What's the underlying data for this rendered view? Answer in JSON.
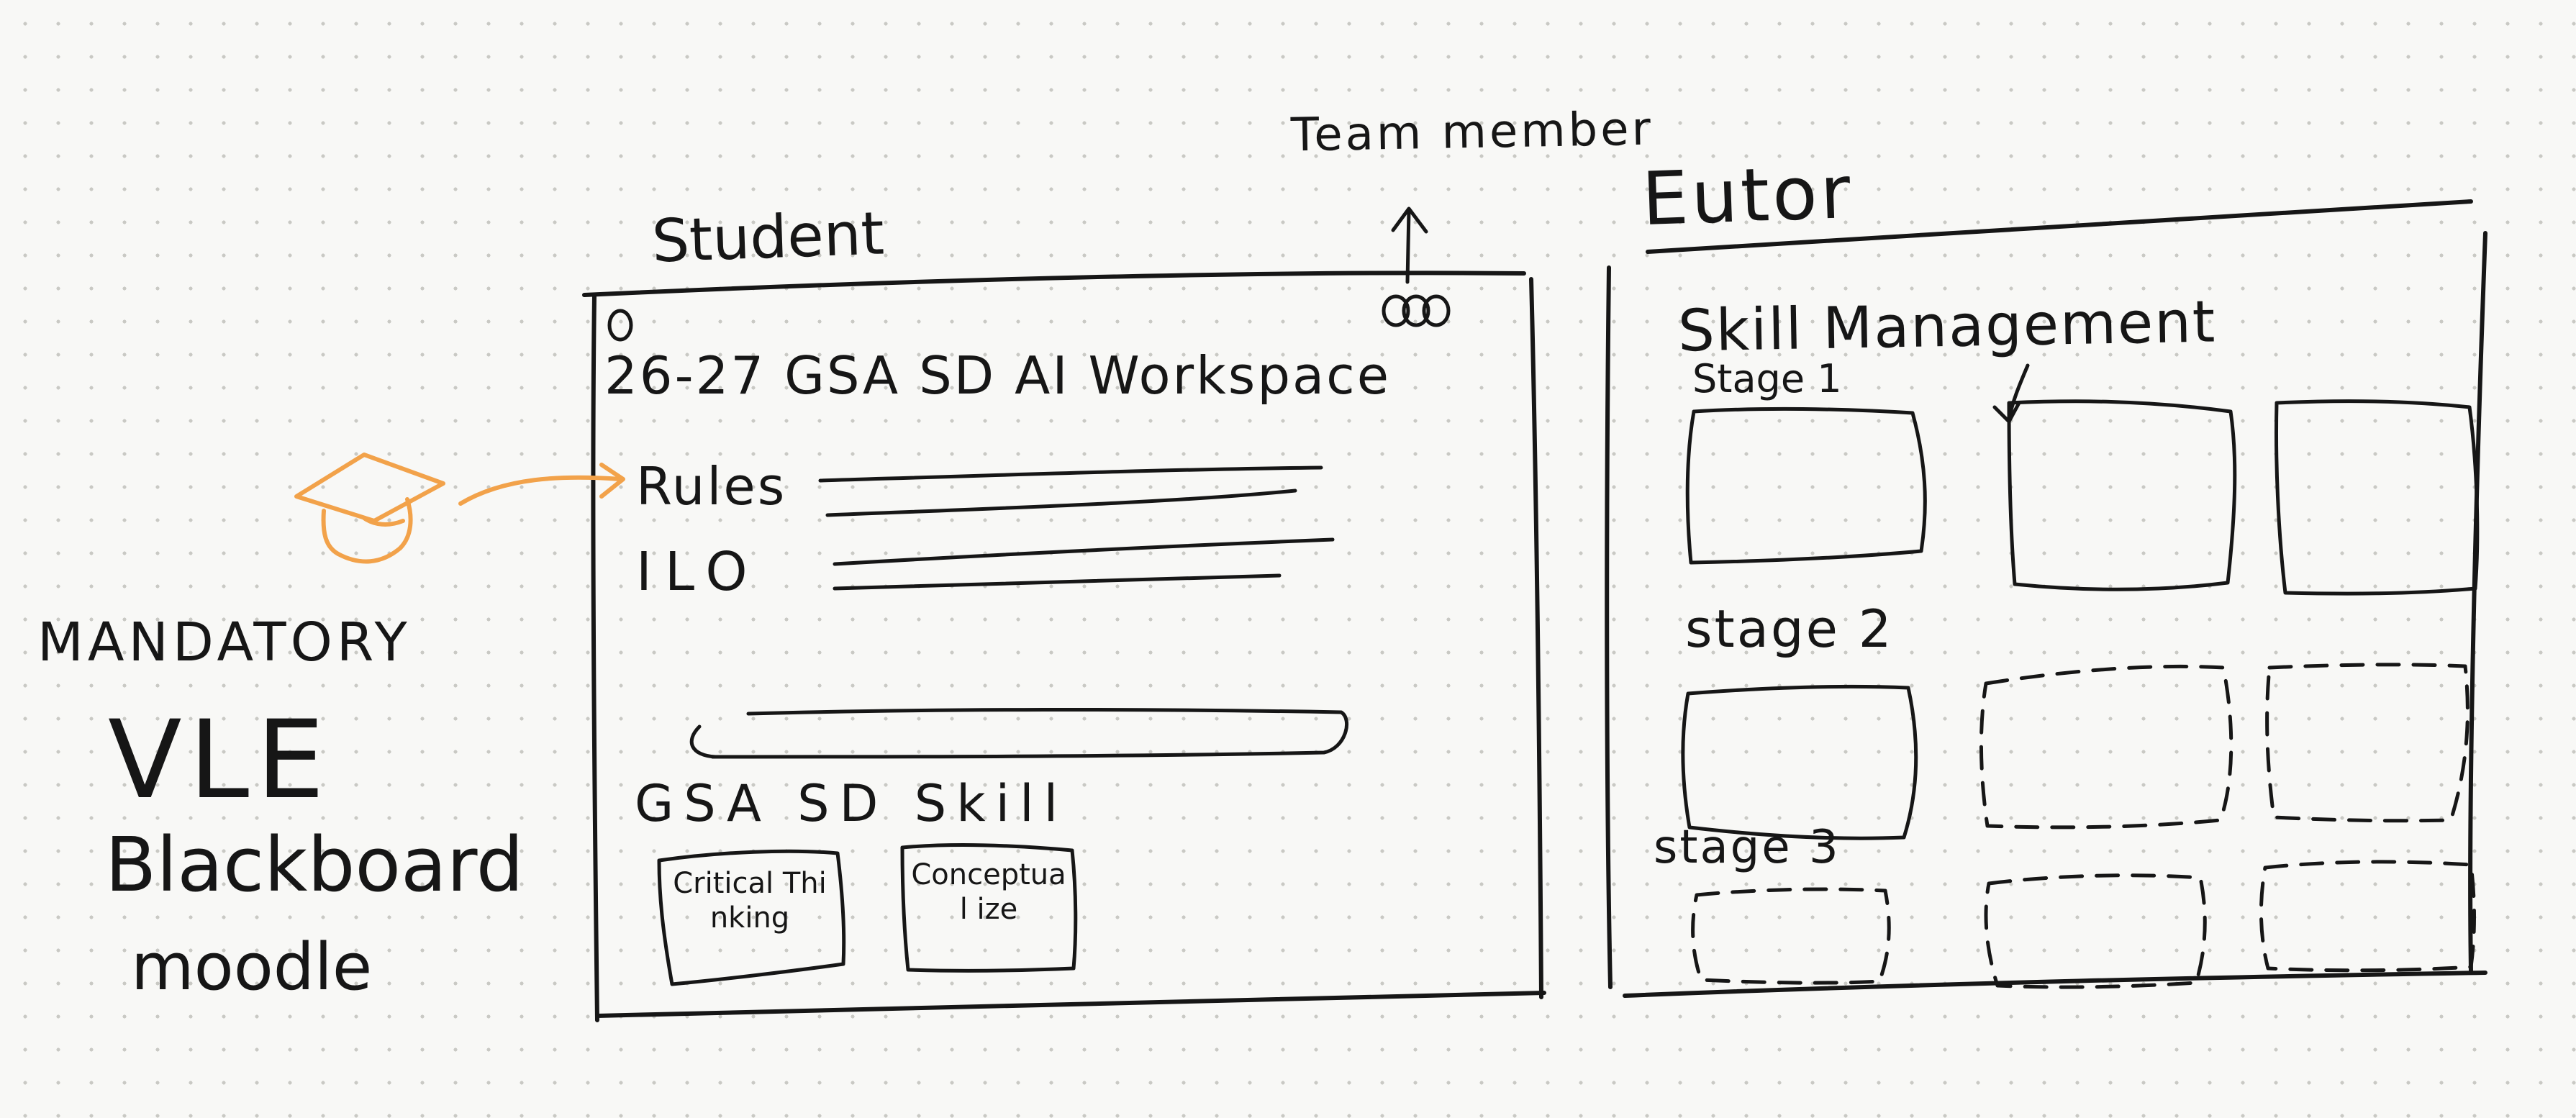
{
  "annotations": {
    "team_member": "Team member",
    "student": "Student",
    "tutor": "Eutor",
    "mandatory": "MANDATORY",
    "vle": "VLE",
    "blackboard": "Blackboard",
    "moodle": "moodle"
  },
  "student_panel": {
    "title": "26-27 GSA SD AI Workspace",
    "rules_label": "Rules",
    "ilo_label": "ILO",
    "skill_section_label": "GSA SD Skill",
    "skills": [
      {
        "label": "Critical Thinking"
      },
      {
        "label": "Conceptual ize"
      }
    ]
  },
  "tutor_panel": {
    "heading": "Skill Management",
    "stages": [
      {
        "label": "Stage 1"
      },
      {
        "label": "stage 2"
      },
      {
        "label": "stage 3"
      }
    ]
  },
  "icons": {
    "graduation_cap": "graduation-cap-icon",
    "avatars": "team-avatars-icon",
    "circle": "window-circle-icon"
  },
  "colors": {
    "ink": "#161616",
    "accent": "#f2a24a",
    "background": "#f8f8f6"
  }
}
